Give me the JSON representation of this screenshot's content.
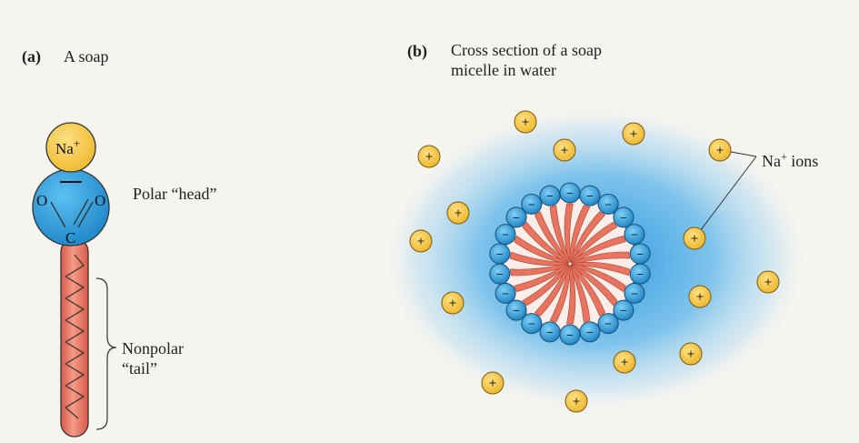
{
  "panel_a": {
    "tag": "(a)",
    "title": "A soap",
    "sodium_label": "Na",
    "sodium_charge": "+",
    "head_charge": "—",
    "atom_o_left": "O",
    "atom_o_right": "O",
    "atom_c": "C",
    "head_label": "Polar “head”",
    "tail_label_line1": "Nonpolar",
    "tail_label_line2": "“tail”"
  },
  "panel_b": {
    "tag": "(b)",
    "title_line1": "Cross section of a soap",
    "title_line2": "micelle in water",
    "ion_label": "Na",
    "ion_charge": "+",
    "ion_label_suffix": " ions",
    "ion_symbol": "+",
    "head_symbol": "−"
  },
  "colors": {
    "sodium_yellow": "#f4c64a",
    "head_blue": "#2f9fdc",
    "tail_red": "#e8735f",
    "water_blue": "#3aa6e6"
  }
}
